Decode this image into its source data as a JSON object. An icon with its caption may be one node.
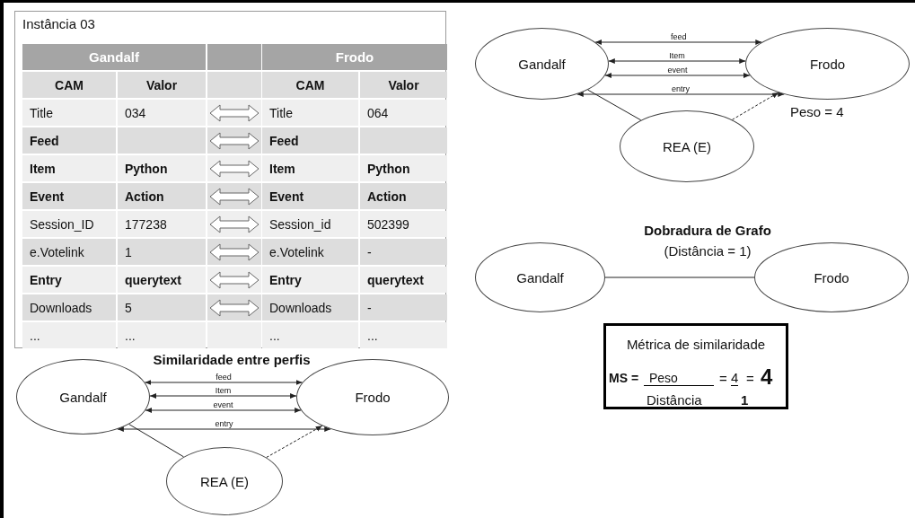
{
  "diagram": {
    "nodes": [
      {
        "text": [
          "Instância 03"
        ]
      },
      {
        "text": [
          "Gandalf"
        ]
      },
      {
        "text": [
          "Frodo"
        ],
        "beside": [
          "Peso = 4"
        ]
      },
      {
        "text": [
          "REA (E)"
        ]
      },
      {
        "text": [
          "Gandalf"
        ]
      },
      {
        "text": [
          "Frodo"
        ]
      },
      {
        "text": [
          "Métrica de similaridade",
          "MS =",
          "Peso",
          "=",
          "4",
          "=",
          "4",
          "Distância",
          "1"
        ]
      },
      {
        "text": [
          "Gandalf"
        ]
      },
      {
        "text": [
          "Frodo"
        ]
      },
      {
        "text": [
          "REA (E)"
        ]
      }
    ],
    "edges": [
      {
        "from": 1,
        "to": 2,
        "arrow": "both",
        "label": "feed"
      },
      {
        "from": 1,
        "to": 2,
        "arrow": "both",
        "label": "Item"
      },
      {
        "from": 1,
        "to": 2,
        "arrow": "both",
        "label": "event"
      },
      {
        "from": 1,
        "to": 2,
        "arrow": "both",
        "label": "entry"
      },
      {
        "from": 1,
        "to": 3,
        "arrow": "none"
      },
      {
        "from": 3,
        "to": 2,
        "arrow": "to",
        "style": "dashed"
      },
      {
        "from": 4,
        "to": 5,
        "arrow": "none"
      },
      {
        "from": 7,
        "to": 8,
        "arrow": "both",
        "label": "feed"
      },
      {
        "from": 7,
        "to": 8,
        "arrow": "both",
        "label": "Item"
      },
      {
        "from": 7,
        "to": 8,
        "arrow": "both",
        "label": "event"
      },
      {
        "from": 7,
        "to": 8,
        "arrow": "both",
        "label": "entry"
      },
      {
        "from": 7,
        "to": 9,
        "arrow": "none"
      },
      {
        "from": 9,
        "to": 8,
        "arrow": "to",
        "style": "dashed"
      }
    ],
    "labels": [
      "Gandalf",
      "Frodo",
      "CAM",
      "Valor",
      "CAM",
      "Valor",
      "Title",
      "034",
      "Title",
      "064",
      "Feed",
      "Feed",
      "Item",
      "Python",
      "Item",
      "Python",
      "Event",
      "Action",
      "Event",
      "Action",
      "Session_ID",
      "177238",
      "Session_id",
      "502399",
      "e.Votelink",
      "1",
      "e.Votelink",
      "-",
      "Entry",
      "querytext",
      "Entry",
      "querytext",
      "Downloads",
      "5",
      "Downloads",
      "-",
      "...",
      "...",
      "...",
      "...",
      "Similaridade entre perfis",
      "Dobradura de Grafo",
      "(Distância = 1)"
    ]
  }
}
